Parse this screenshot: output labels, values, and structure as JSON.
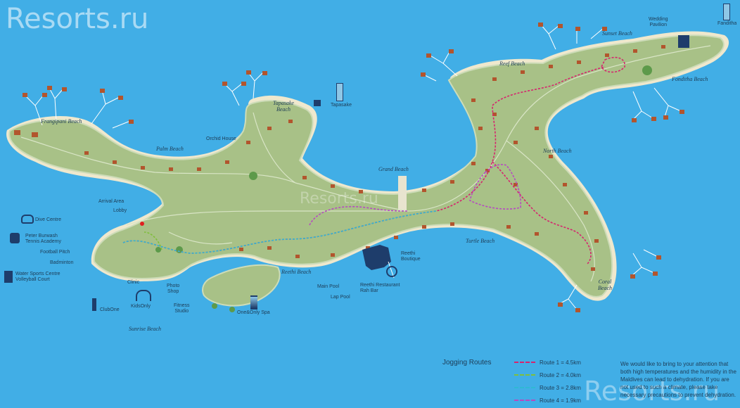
{
  "watermark": {
    "top_left": "Resorts.ru",
    "bottom_right": "Resorts.ru",
    "center": "Resorts.ru"
  },
  "colors": {
    "sea": "#41aee6",
    "land": "#a8c187",
    "sand": "#f0ead2",
    "roof": "#b2552d",
    "text": "#1d3b55",
    "route1": "#d6246e",
    "route2": "#7fbf3b",
    "route3": "#2fb9d4",
    "route4": "#b64ac2"
  },
  "beaches": {
    "frangipani": "Frangipani Beach",
    "palm": "Palm Beach",
    "tapasake": "Tapasake\nBeach",
    "grand": "Grand Beach",
    "reef": "Reef Beach",
    "sunset": "Sunset Beach",
    "fonditha": "Fonditha Beach",
    "north": "North Beach",
    "turtle": "Turtle Beach",
    "coral": "Coral\nBeach",
    "reethi": "Reethi Beach",
    "sunrise": "Sunrise Beach"
  },
  "places": {
    "orchid_house": "Orchid House",
    "tapasake": "Tapasake",
    "wedding": "Wedding\nPavilion",
    "fanditha": "Fanditha",
    "arrival": "Arrival Area",
    "lobby": "Lobby",
    "dive": "Dive Centre",
    "tennis": "Peter Burwash\nTennis Academy",
    "football": "Football Pitch",
    "badminton": "Badminton",
    "watersports": "Water Sports Centre\nVolleyball Court",
    "clinic": "Clinic",
    "kidsonly": "KidsOnly",
    "clubone": "ClubOne",
    "photo": "Photo\nShop",
    "fitness": "Fitness\nStudio",
    "spa": "One&Only Spa",
    "main_pool": "Main Pool",
    "lap_pool": "Lap Pool",
    "boutique": "Reethi\nBoutique",
    "restaurant": "Reethi Restaurant\nRah Bar"
  },
  "icons": {
    "tapasake": "lantern-icon",
    "fanditha": "lantern-icon",
    "dive": "dive-mask-icon",
    "tennis": "tennis-icon",
    "watersports": "water-sports-icon",
    "kidsonly": "kids-icon",
    "clubone": "club-icon",
    "spa": "spa-icon",
    "restaurant": "restaurant-icon"
  },
  "legend": {
    "title": "Jogging Routes",
    "routes": [
      {
        "label": "Route 1 = 4.5km",
        "color": "#d6246e"
      },
      {
        "label": "Route 2 = 4.0km",
        "color": "#7fbf3b"
      },
      {
        "label": "Route 3 = 2.8km",
        "color": "#2fb9d4"
      },
      {
        "label": "Route 4 = 1.9km",
        "color": "#b64ac2"
      }
    ]
  },
  "note": "We would like to bring to your attention that both high temperatures and the humidity in the Maldives can lead to dehydration. If you are not used to such a climate, please take necessary precautions to prevent dehydration."
}
